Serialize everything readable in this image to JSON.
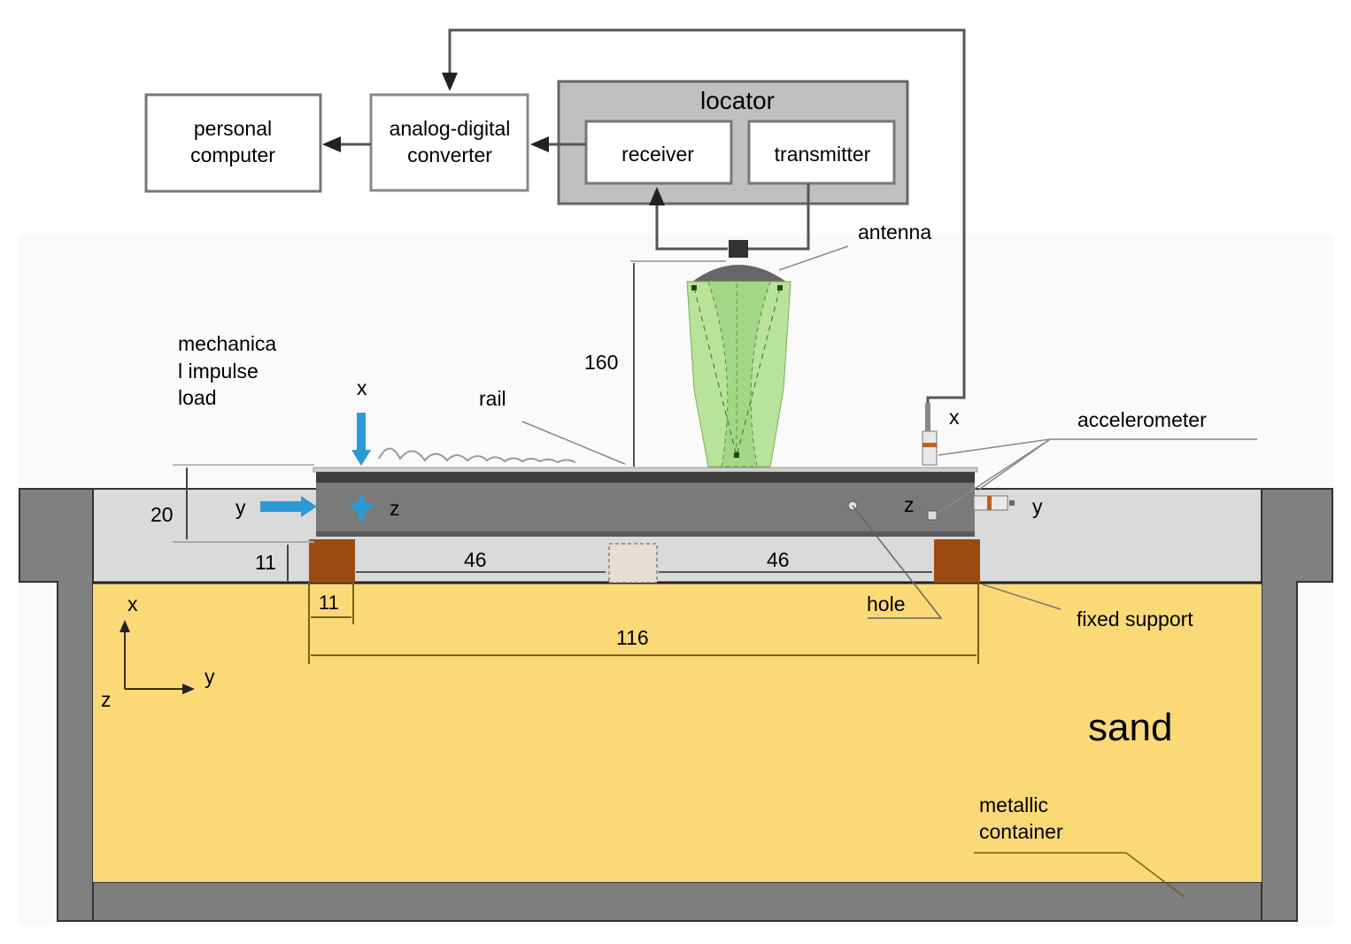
{
  "blocks": {
    "pc": [
      "personal",
      "computer"
    ],
    "adc": [
      "analog-digital",
      "converter"
    ],
    "locator": "locator",
    "receiver": "receiver",
    "transmitter": "transmitter"
  },
  "labels": {
    "antenna": "antenna",
    "load": [
      "mechanica",
      "l impulse",
      "load"
    ],
    "rail": "rail",
    "accelerometer": "accelerometer",
    "hole": "hole",
    "fixed_support": "fixed support",
    "sand": "sand",
    "container": [
      "metallic",
      "container"
    ]
  },
  "axes": {
    "load_x": "x",
    "load_y": "y",
    "load_z": "z",
    "acc_x": "x",
    "acc_y": "y",
    "acc_z": "z",
    "coord_x": "x",
    "coord_y": "y",
    "coord_z": "z"
  },
  "dimensions": {
    "antenna_height": "160",
    "rail_height": "20",
    "support_height": "11",
    "support_width": "11",
    "span_left": "46",
    "span_right": "46",
    "total_length": "116"
  },
  "colors": {
    "sand": "#fbd977",
    "container": "#808080",
    "rail": "#7a7a7a",
    "support": "#9a4a12",
    "antenna_beam": "#b9e29a",
    "arrow": "#2a9ad6",
    "locator": "#c0c0c0"
  }
}
